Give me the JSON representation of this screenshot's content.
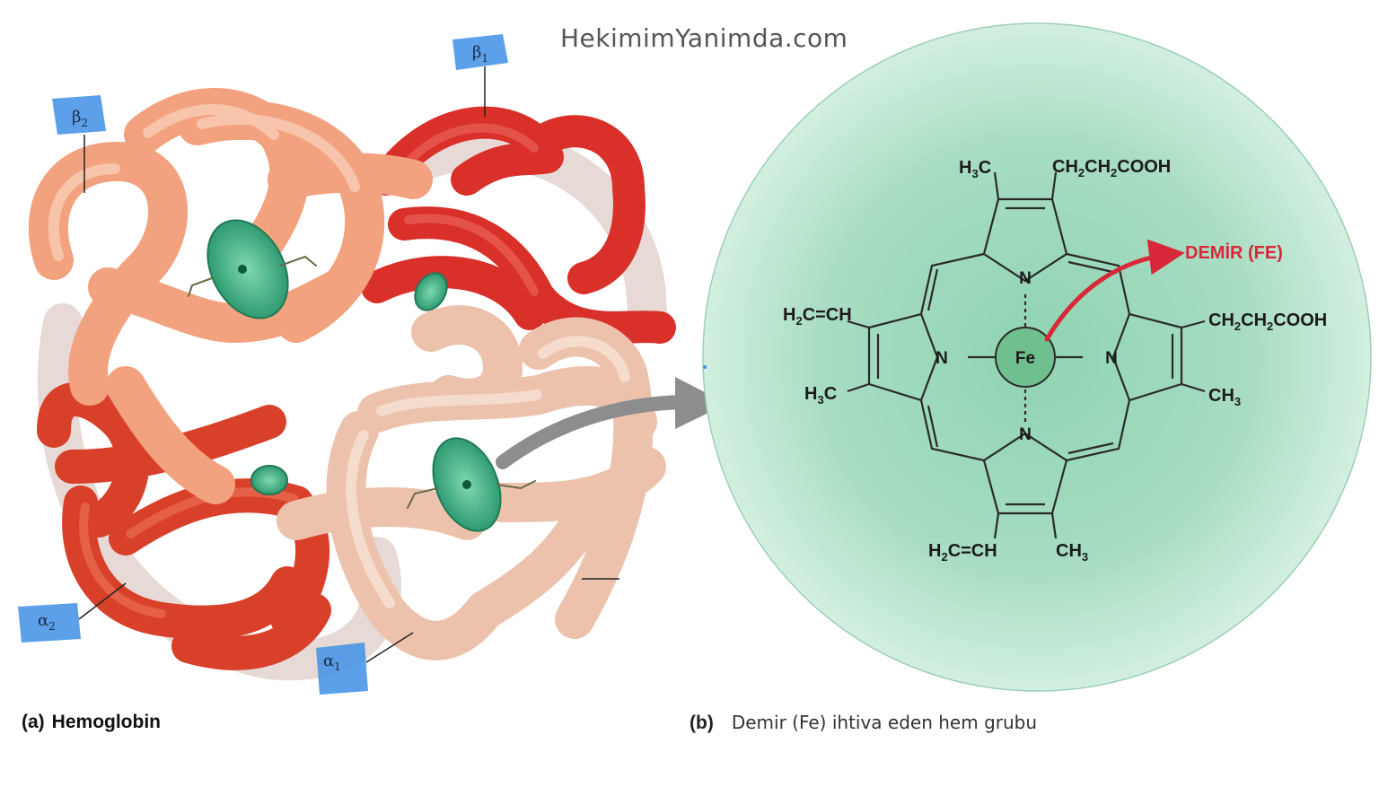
{
  "watermark": "HekimimYanimda.com",
  "panel_a": {
    "letter": "(a)",
    "title": "Hemoglobin",
    "subunit_labels": {
      "beta1": {
        "base": "β",
        "sub": "1"
      },
      "beta2": {
        "base": "β",
        "sub": "2"
      },
      "alpha1": {
        "base": "α",
        "sub": "1"
      },
      "alpha2": {
        "base": "α",
        "sub": "2"
      }
    }
  },
  "panel_b": {
    "letter": "(b)",
    "caption": "Demir (Fe) ihtiva eden hem grubu",
    "fe_label": "Fe",
    "iron_callout": "DEMİR (FE)",
    "nitrogen": "N",
    "groups": {
      "top_left": [
        {
          "t": "H"
        },
        {
          "t": "3",
          "sub": true
        },
        {
          "t": "C"
        }
      ],
      "top_right": [
        {
          "t": "CH"
        },
        {
          "t": "2",
          "sub": true
        },
        {
          "t": "CH"
        },
        {
          "t": "2",
          "sub": true
        },
        {
          "t": "COOH"
        }
      ],
      "left_top": [
        {
          "t": "H"
        },
        {
          "t": "2",
          "sub": true
        },
        {
          "t": "C=CH"
        }
      ],
      "left_bottom": [
        {
          "t": "H"
        },
        {
          "t": "3",
          "sub": true
        },
        {
          "t": "C"
        }
      ],
      "right_top": [
        {
          "t": "CH"
        },
        {
          "t": "2",
          "sub": true
        },
        {
          "t": "CH"
        },
        {
          "t": "2",
          "sub": true
        },
        {
          "t": "COOH"
        }
      ],
      "right_bottom": [
        {
          "t": "CH"
        },
        {
          "t": "3",
          "sub": true
        }
      ],
      "bottom_left": [
        {
          "t": "H"
        },
        {
          "t": "2",
          "sub": true
        },
        {
          "t": "C=CH"
        }
      ],
      "bottom_right": [
        {
          "t": "CH"
        },
        {
          "t": "3",
          "sub": true
        }
      ]
    }
  },
  "colors": {
    "beta_dark": "#d9302a",
    "beta_light": "#f2a27e",
    "alpha_dark": "#d8402a",
    "alpha_light": "#ecc2ac",
    "heme_green": "#49b88c",
    "circle_bg": "#b7e3cd",
    "label_blue": "#3f8fe6",
    "callout_red": "#d8283a",
    "arrow_gray": "#8d8d8d"
  }
}
